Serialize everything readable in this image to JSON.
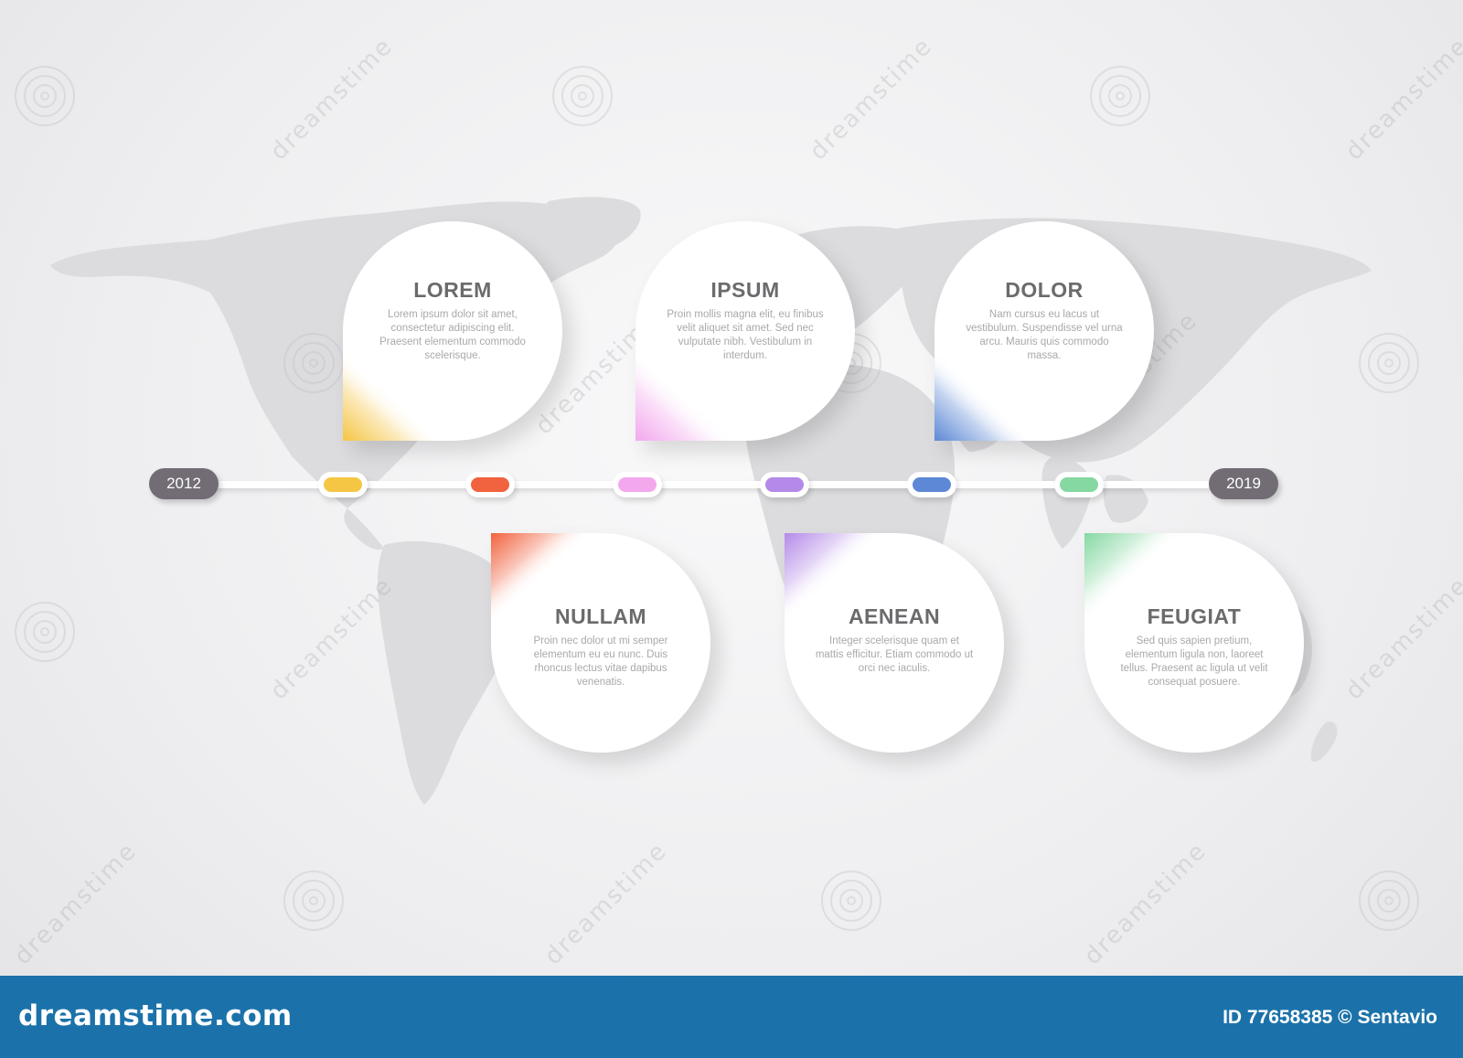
{
  "timeline": {
    "start_year": "2012",
    "end_year": "2019",
    "markers": [
      {
        "color": "#f5c544"
      },
      {
        "color": "#f1623e"
      },
      {
        "color": "#f3a8ee"
      },
      {
        "color": "#b48ae8"
      },
      {
        "color": "#5c88d6"
      },
      {
        "color": "#86d8a2"
      }
    ]
  },
  "steps": [
    {
      "title": "LOREM",
      "text": "Lorem ipsum dolor sit amet, consectetur adipiscing elit. Praesent elementum commodo scelerisque.",
      "accent": "#f5c544"
    },
    {
      "title": "NULLAM",
      "text": "Proin nec dolor ut mi semper elementum eu eu nunc. Duis rhoncus lectus vitae dapibus venenatis.",
      "accent": "#f1623e"
    },
    {
      "title": "IPSUM",
      "text": "Proin mollis magna elit, eu finibus velit aliquet sit amet. Sed nec vulputate nibh. Vestibulum in interdum.",
      "accent": "#f3a8ee"
    },
    {
      "title": "AENEAN",
      "text": "Integer scelerisque quam et mattis efficitur. Etiam commodo ut orci nec iaculis.",
      "accent": "#b48ae8"
    },
    {
      "title": "DOLOR",
      "text": "Nam cursus eu lacus ut vestibulum. Suspendisse vel urna arcu. Mauris quis commodo massa.",
      "accent": "#5c88d6"
    },
    {
      "title": "FEUGIAT",
      "text": "Sed quis sapien pretium, elementum ligula non, laoreet tellus. Praesent ac ligula ut velit consequat posuere.",
      "accent": "#86d8a2"
    }
  ],
  "watermark": {
    "text": "dreamstime"
  },
  "footer": {
    "brand": "dreamstime.com",
    "credit": "ID 77658385 © Sentavio",
    "background": "#1b72aa"
  }
}
